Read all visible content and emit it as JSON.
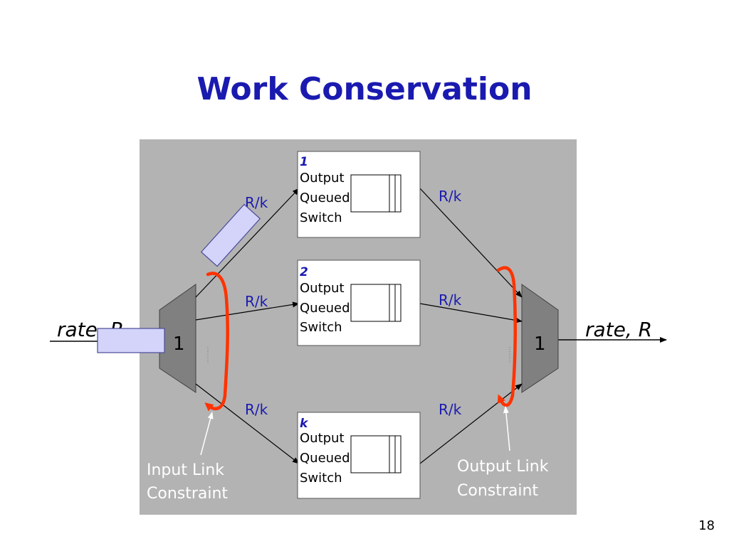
{
  "slide": {
    "title": "Work Conservation",
    "page_number": "18"
  },
  "diagram": {
    "input_rate": "rate, R",
    "output_rate": "rate, R",
    "input_port_label": "1",
    "output_port_label": "1",
    "switches": [
      {
        "index": "1",
        "line1": "Output",
        "line2": "Queued",
        "line3": "Switch"
      },
      {
        "index": "2",
        "line1": "Output",
        "line2": "Queued",
        "line3": "Switch"
      },
      {
        "index": "k",
        "line1": "Output",
        "line2": "Queued",
        "line3": "Switch"
      }
    ],
    "input_link_rates": [
      "R/k",
      "R/k",
      "R/k"
    ],
    "output_link_rates": [
      "R/k",
      "R/k",
      "R/k"
    ],
    "input_constraint": {
      "line1": "Input Link",
      "line2": "Constraint"
    },
    "output_constraint": {
      "line1": "Output Link",
      "line2": "Constraint"
    }
  },
  "colors": {
    "title": "#1a1ab0",
    "panel": "#b3b3b3",
    "mux": "#808080",
    "packet_fill": "#d4d4fa",
    "packet_stroke": "#4a4a9a",
    "constraint": "#ff3300",
    "text_blue": "#1a1ab0"
  }
}
